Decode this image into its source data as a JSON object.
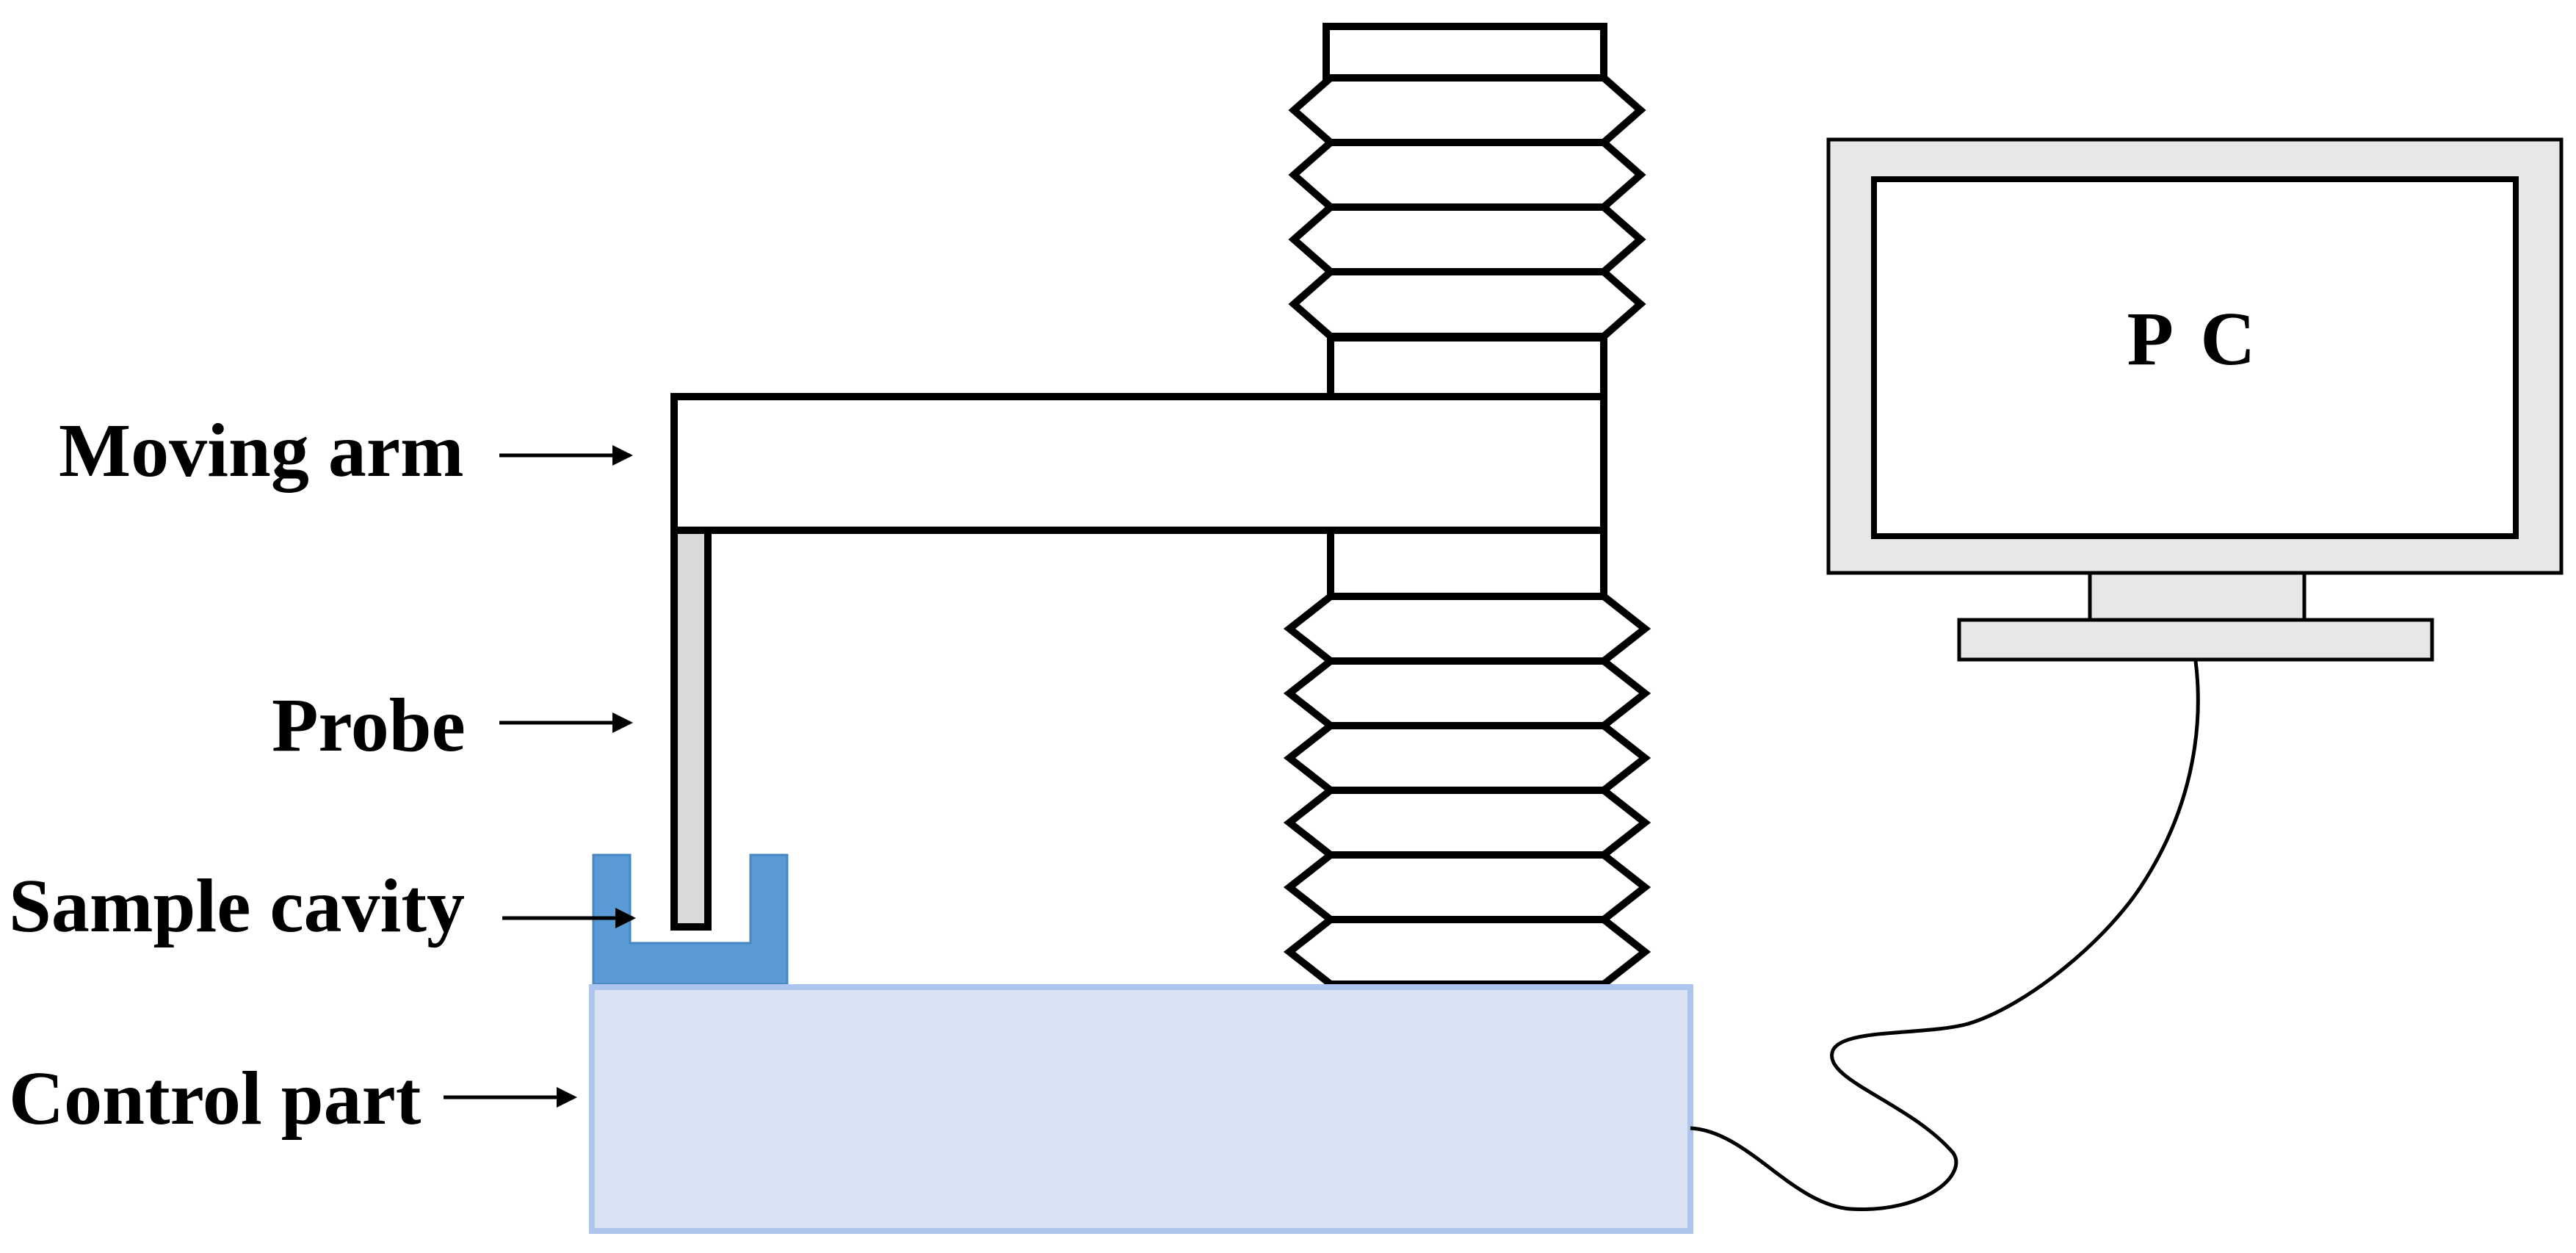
{
  "labels": {
    "moving_arm": "Moving arm",
    "probe": "Probe",
    "sample_cavity": "Sample cavity",
    "control_part": "Control part",
    "pc": "P C"
  },
  "colors": {
    "outline": "#000000",
    "sample_cavity": "#5b9bd5",
    "control_part_fill": "#dae3f3",
    "control_part_border": "#adc4ec",
    "probe_fill": "#d9d9d9",
    "monitor_frame": "#e7e7e7",
    "background": "#ffffff"
  }
}
